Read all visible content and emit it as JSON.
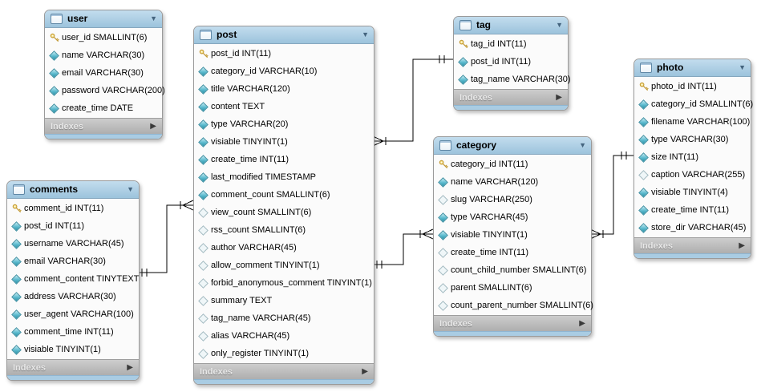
{
  "diagram": {
    "tables": [
      {
        "id": "user",
        "title": "user",
        "footer_label": "Indexes",
        "fields": [
          {
            "icon": "key",
            "label": "user_id SMALLINT(6)"
          },
          {
            "icon": "diamond",
            "label": "name VARCHAR(30)"
          },
          {
            "icon": "diamond",
            "label": "email VARCHAR(30)"
          },
          {
            "icon": "diamond",
            "label": "password VARCHAR(200)"
          },
          {
            "icon": "diamond",
            "label": "create_time DATE"
          }
        ]
      },
      {
        "id": "post",
        "title": "post",
        "footer_label": "Indexes",
        "fields": [
          {
            "icon": "key",
            "label": "post_id INT(11)"
          },
          {
            "icon": "diamond",
            "label": "category_id VARCHAR(10)"
          },
          {
            "icon": "diamond",
            "label": "title VARCHAR(120)"
          },
          {
            "icon": "diamond",
            "label": "content TEXT"
          },
          {
            "icon": "diamond",
            "label": "type VARCHAR(20)"
          },
          {
            "icon": "diamond",
            "label": "visiable TINYINT(1)"
          },
          {
            "icon": "diamond",
            "label": "create_time INT(11)"
          },
          {
            "icon": "diamond",
            "label": "last_modified TIMESTAMP"
          },
          {
            "icon": "diamond",
            "label": "comment_count SMALLINT(6)"
          },
          {
            "icon": "diamond-hollow",
            "label": "view_count SMALLINT(6)"
          },
          {
            "icon": "diamond-hollow",
            "label": "rss_count SMALLINT(6)"
          },
          {
            "icon": "diamond-hollow",
            "label": "author VARCHAR(45)"
          },
          {
            "icon": "diamond-hollow",
            "label": "allow_comment TINYINT(1)"
          },
          {
            "icon": "diamond-hollow",
            "label": "forbid_anonymous_comment TINYINT(1)"
          },
          {
            "icon": "diamond-hollow",
            "label": "summary TEXT"
          },
          {
            "icon": "diamond-hollow",
            "label": "tag_name VARCHAR(45)"
          },
          {
            "icon": "diamond-hollow",
            "label": "alias VARCHAR(45)"
          },
          {
            "icon": "diamond-hollow",
            "label": "only_register TINYINT(1)"
          }
        ]
      },
      {
        "id": "tag",
        "title": "tag",
        "footer_label": "Indexes",
        "fields": [
          {
            "icon": "key",
            "label": "tag_id INT(11)"
          },
          {
            "icon": "diamond",
            "label": "post_id INT(11)"
          },
          {
            "icon": "diamond",
            "label": "tag_name VARCHAR(30)"
          }
        ]
      },
      {
        "id": "category",
        "title": "category",
        "footer_label": "Indexes",
        "fields": [
          {
            "icon": "key",
            "label": "category_id INT(11)"
          },
          {
            "icon": "diamond",
            "label": "name VARCHAR(120)"
          },
          {
            "icon": "diamond-hollow",
            "label": "slug VARCHAR(250)"
          },
          {
            "icon": "diamond",
            "label": "type VARCHAR(45)"
          },
          {
            "icon": "diamond",
            "label": "visiable TINYINT(1)"
          },
          {
            "icon": "diamond-hollow",
            "label": "create_time INT(11)"
          },
          {
            "icon": "diamond-hollow",
            "label": "count_child_number SMALLINT(6)"
          },
          {
            "icon": "diamond-hollow",
            "label": "parent SMALLINT(6)"
          },
          {
            "icon": "diamond-hollow",
            "label": "count_parent_number SMALLINT(6)"
          }
        ]
      },
      {
        "id": "photo",
        "title": "photo",
        "footer_label": "Indexes",
        "fields": [
          {
            "icon": "key",
            "label": "photo_id INT(11)"
          },
          {
            "icon": "diamond",
            "label": "category_id SMALLINT(6)"
          },
          {
            "icon": "diamond",
            "label": "filename VARCHAR(100)"
          },
          {
            "icon": "diamond",
            "label": "type VARCHAR(30)"
          },
          {
            "icon": "diamond",
            "label": "size INT(11)"
          },
          {
            "icon": "diamond-hollow",
            "label": "caption VARCHAR(255)"
          },
          {
            "icon": "diamond",
            "label": "visiable TINYINT(4)"
          },
          {
            "icon": "diamond",
            "label": "create_time INT(11)"
          },
          {
            "icon": "diamond",
            "label": "store_dir VARCHAR(45)"
          }
        ]
      },
      {
        "id": "comments",
        "title": "comments",
        "footer_label": "Indexes",
        "fields": [
          {
            "icon": "key",
            "label": "comment_id INT(11)"
          },
          {
            "icon": "diamond",
            "label": "post_id INT(11)"
          },
          {
            "icon": "diamond",
            "label": "username VARCHAR(45)"
          },
          {
            "icon": "diamond",
            "label": "email VARCHAR(30)"
          },
          {
            "icon": "diamond",
            "label": "comment_content TINYTEXT"
          },
          {
            "icon": "diamond",
            "label": "address VARCHAR(30)"
          },
          {
            "icon": "diamond",
            "label": "user_agent VARCHAR(100)"
          },
          {
            "icon": "diamond",
            "label": "comment_time INT(11)"
          },
          {
            "icon": "diamond",
            "label": "visiable TINYINT(1)"
          }
        ]
      }
    ],
    "relationships": [
      {
        "from": "comments",
        "to": "post",
        "from_end": "one",
        "to_end": "many"
      },
      {
        "from": "post",
        "to": "tag",
        "from_end": "many",
        "to_end": "one"
      },
      {
        "from": "post",
        "to": "category",
        "from_end": "one",
        "to_end": "many"
      },
      {
        "from": "category",
        "to": "photo",
        "from_end": "many",
        "to_end": "one"
      }
    ]
  },
  "ui": {
    "collapse_arrow": "▼",
    "expand_arrow": "▶"
  },
  "colors": {
    "header": "#aed0e4",
    "footer": "#b7b7b7",
    "bottom_strip": "#a9cce3",
    "diamond_filled": "#4aa9bd",
    "key": "#e7c34b",
    "connector": "#000000",
    "table_bg": "#fbfbfb"
  }
}
